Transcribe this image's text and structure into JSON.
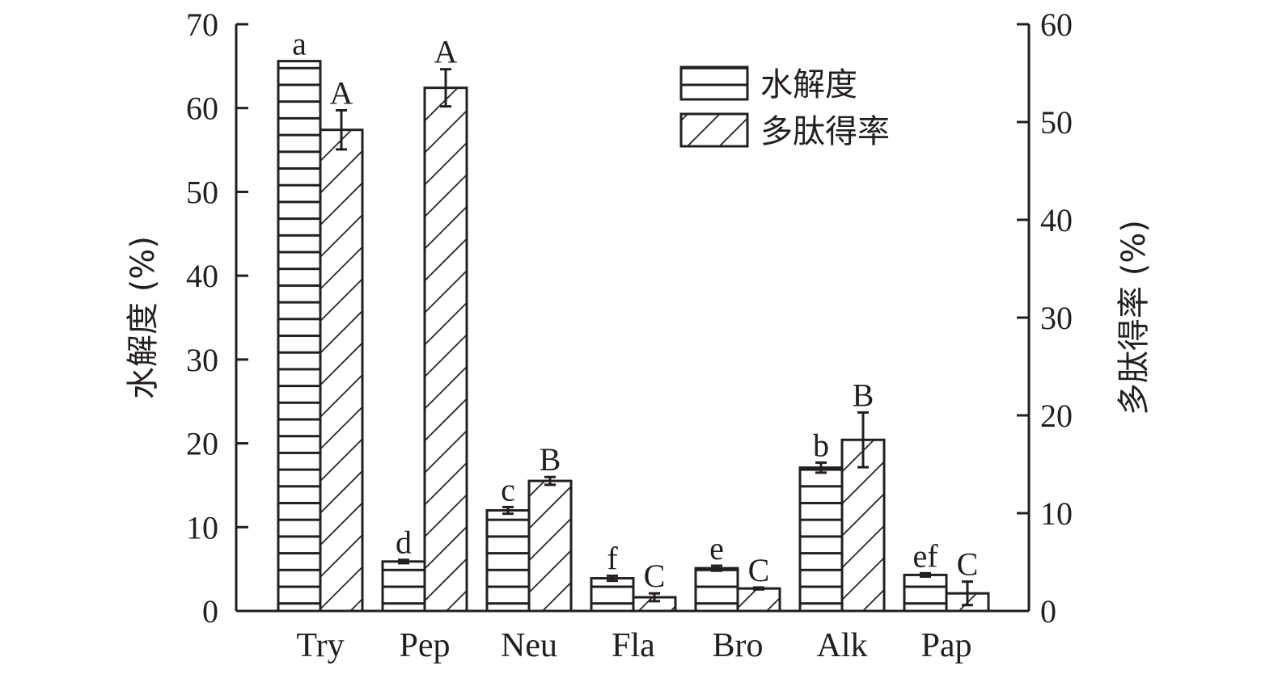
{
  "chart_data": {
    "type": "bar",
    "categories": [
      "Try",
      "Pep",
      "Neu",
      "Fla",
      "Bro",
      "Alk",
      "Pap"
    ],
    "series": [
      {
        "name": "水解度",
        "axis": "left",
        "pattern": "horizontal",
        "values": [
          65.6,
          5.9,
          12.0,
          3.9,
          5.1,
          17.1,
          4.3
        ],
        "errors": [
          0,
          0.2,
          0.4,
          0.3,
          0.3,
          0.6,
          0.2
        ],
        "labels": [
          "a",
          "d",
          "c",
          "f",
          "e",
          "b",
          "ef"
        ]
      },
      {
        "name": "多肽得率",
        "axis": "right",
        "pattern": "diagonal",
        "values": [
          49.2,
          53.5,
          13.3,
          1.4,
          2.3,
          17.5,
          1.8
        ],
        "errors": [
          2.0,
          1.9,
          0.4,
          0.4,
          0.1,
          2.8,
          1.2
        ],
        "labels": [
          "A",
          "A",
          "B",
          "C",
          "C",
          "B",
          "C"
        ]
      }
    ],
    "ylabel": "水解度 (%)",
    "ylabel_right": "多肽得率 (%)",
    "ylim": [
      0,
      70
    ],
    "ylim_right": [
      0,
      60
    ],
    "yticks": [
      0,
      10,
      20,
      30,
      40,
      50,
      60,
      70
    ],
    "yticks_right": [
      0,
      10,
      20,
      30,
      40,
      50,
      60
    ],
    "grid": false,
    "legend_position": "top-right",
    "color": "#231f20"
  }
}
